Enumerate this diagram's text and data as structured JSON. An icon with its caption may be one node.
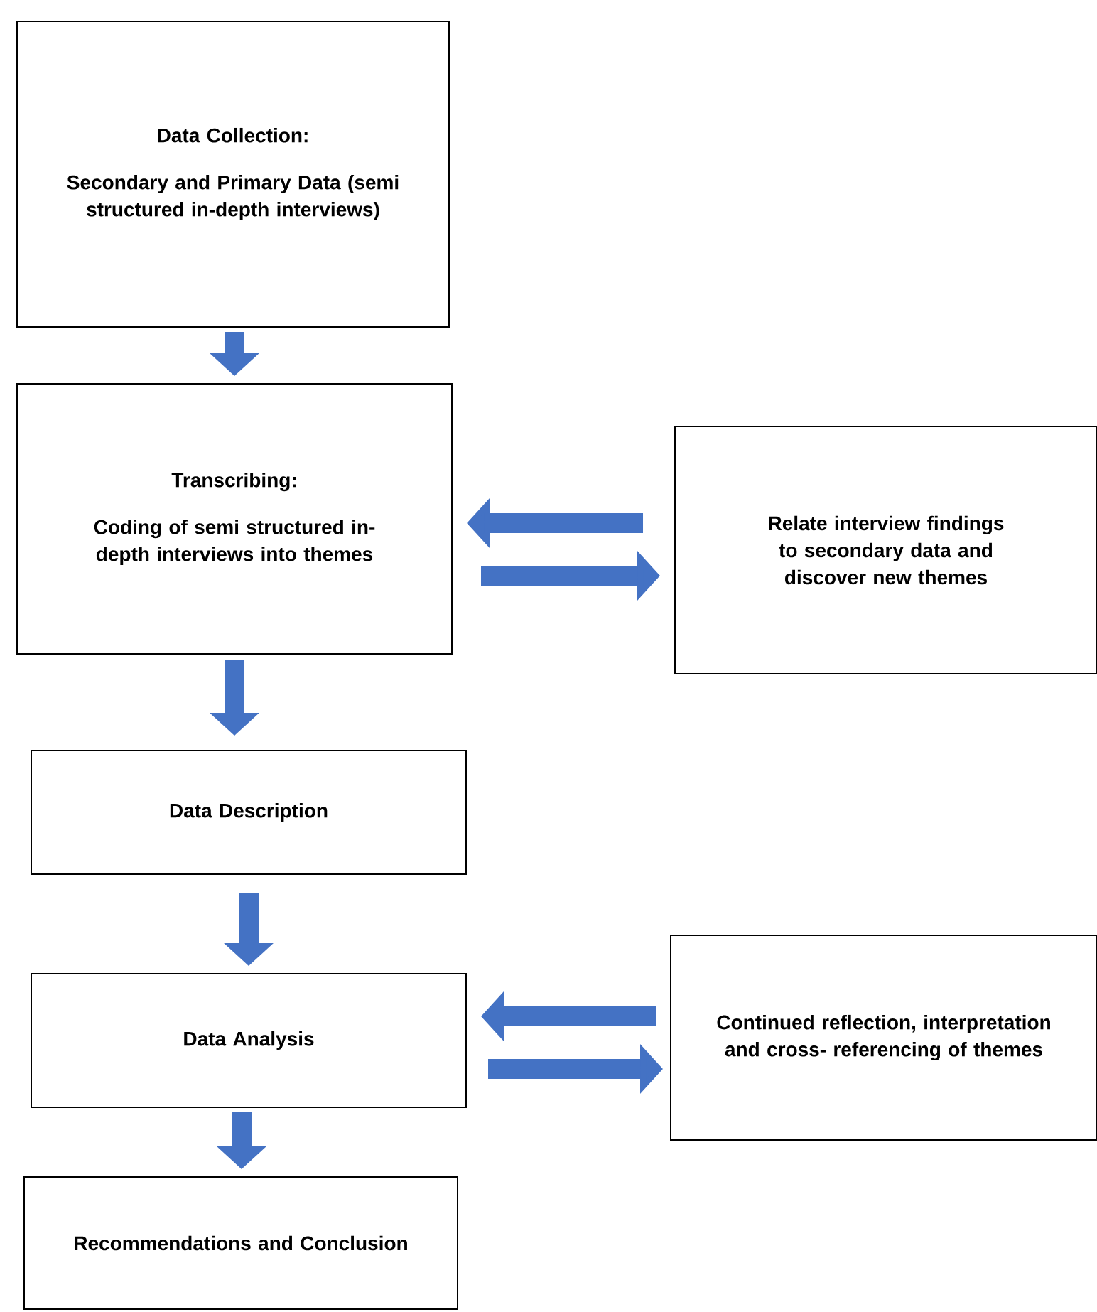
{
  "diagram": {
    "nodes": [
      {
        "text": [
          "Data Collection:",
          "Secondary and Primary Data (semi structured in-depth interviews)"
        ]
      },
      {
        "text": [
          "Transcribing:",
          "Coding of semi structured in-depth interviews into themes"
        ]
      },
      {
        "text": [
          "Relate interview findings to secondary data and discover new themes"
        ]
      },
      {
        "text": [
          "Data Description"
        ]
      },
      {
        "text": [
          "Data Analysis"
        ]
      },
      {
        "text": [
          "Continued reflection, interpretation and cross- referencing of themes"
        ]
      },
      {
        "text": [
          "Recommendations and Conclusion"
        ]
      }
    ],
    "edges": [
      {
        "from": 0,
        "to": 1,
        "arrow": "to"
      },
      {
        "from": 2,
        "to": 1,
        "arrow": "to"
      },
      {
        "from": 1,
        "to": 2,
        "arrow": "to"
      },
      {
        "from": 1,
        "to": 3,
        "arrow": "to"
      },
      {
        "from": 3,
        "to": 4,
        "arrow": "to"
      },
      {
        "from": 5,
        "to": 4,
        "arrow": "to"
      },
      {
        "from": 4,
        "to": 5,
        "arrow": "to"
      },
      {
        "from": 4,
        "to": 6,
        "arrow": "to"
      }
    ]
  }
}
